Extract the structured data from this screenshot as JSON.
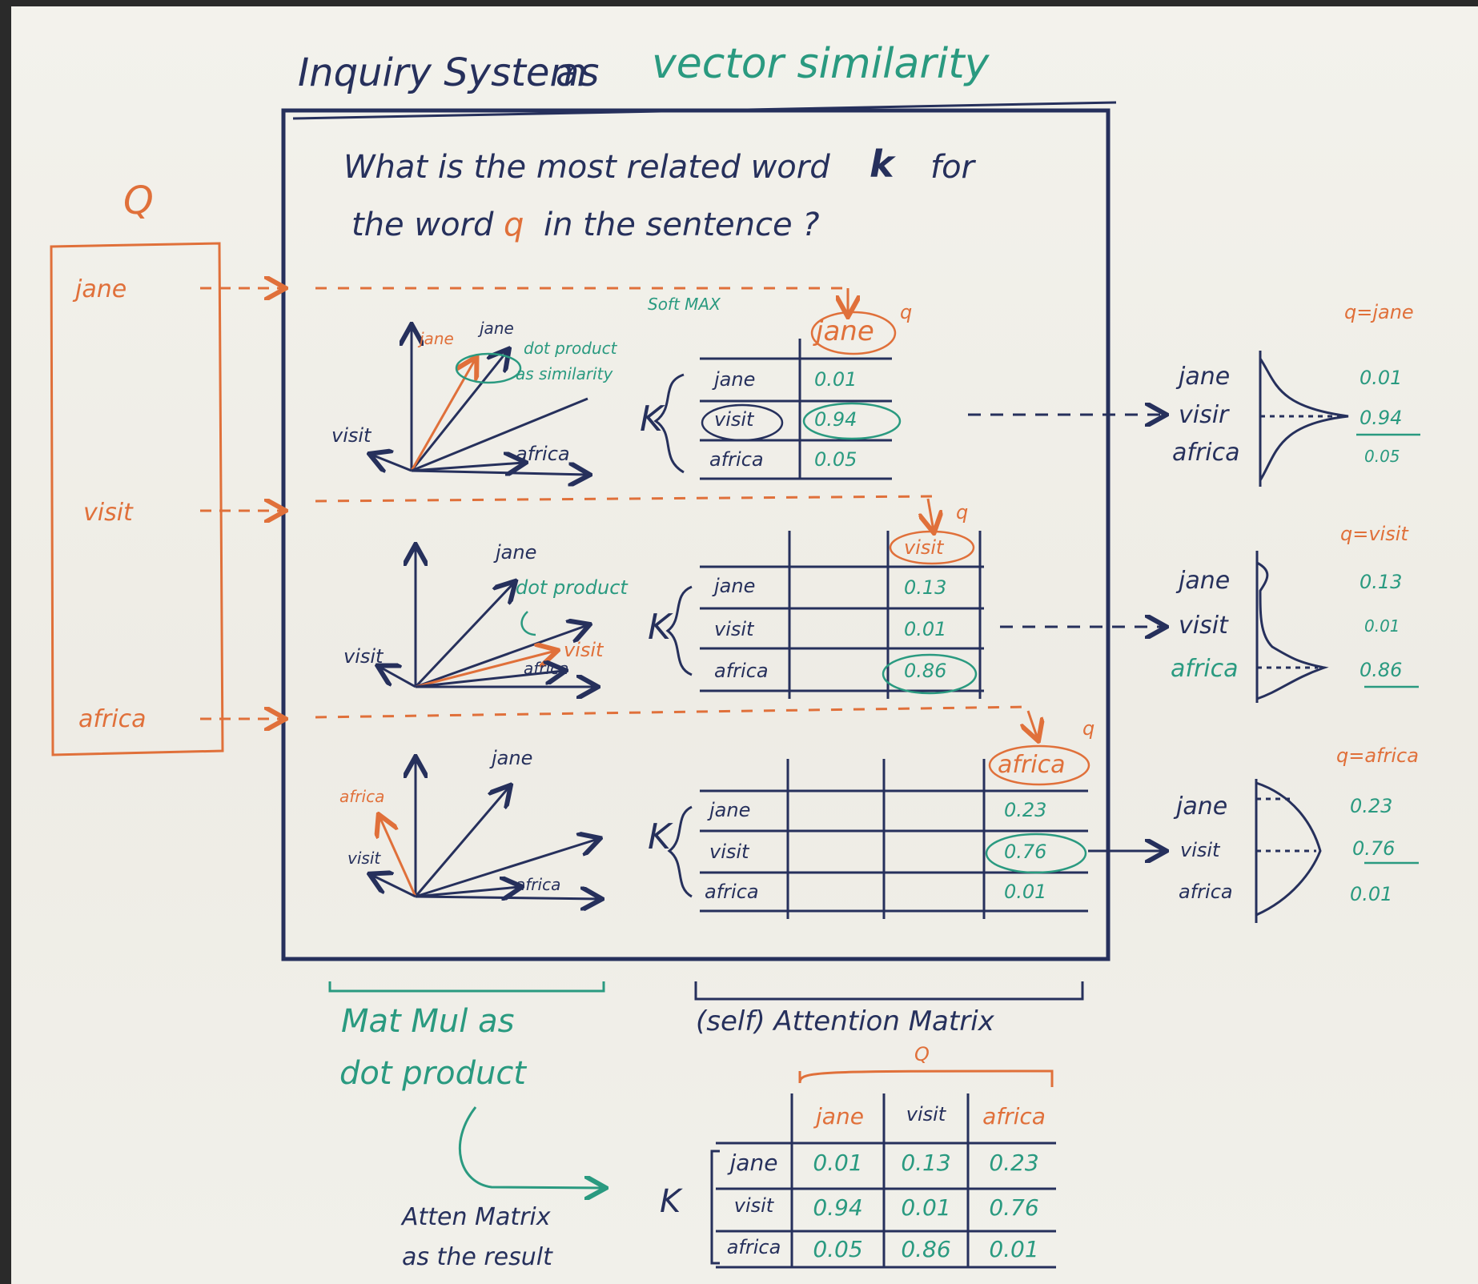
{
  "title": {
    "part1": "Inquiry System",
    "part2": "as",
    "part3": "vector similarity"
  },
  "question": {
    "line1_a": "What is the most related word",
    "line1_k": "k",
    "line1_b": "for",
    "line2_a": "the word",
    "line2_q": "q",
    "line2_b": "in the sentence ?"
  },
  "q_panel": {
    "label": "Q",
    "words": [
      "jane",
      "visit",
      "africa"
    ]
  },
  "softmax_label": "Soft MAX",
  "k_label": "K",
  "q_small": "q",
  "panels": [
    {
      "query": "jane",
      "vectors": {
        "v1": "jane",
        "v2": "jane",
        "v3": "visit",
        "v4": "africa"
      },
      "note": [
        "dot product",
        "as similarity"
      ],
      "rows": [
        "jane",
        "visit",
        "africa"
      ],
      "values": [
        "0.01",
        "0.94",
        "0.05"
      ]
    },
    {
      "query": "visit",
      "vectors": {
        "v1": "jane",
        "v2": "visit",
        "v3": "visit",
        "v4": "africa"
      },
      "note": [
        "dot product"
      ],
      "rows": [
        "jane",
        "visit",
        "africa"
      ],
      "values": [
        "0.13",
        "0.01",
        "0.86"
      ]
    },
    {
      "query": "africa",
      "vectors": {
        "v1": "jane",
        "v2": "africa",
        "v3": "visit",
        "v4": "africa"
      },
      "note": [],
      "rows": [
        "jane",
        "visit",
        "africa"
      ],
      "values": [
        "0.23",
        "0.76",
        "0.01"
      ]
    }
  ],
  "distributions": [
    {
      "header": "q=jane",
      "words": [
        "jane",
        "visir",
        "africa"
      ],
      "values": [
        "0.01",
        "0.94",
        "0.05"
      ]
    },
    {
      "header": "q=visit",
      "words": [
        "jane",
        "visit",
        "africa"
      ],
      "values": [
        "0.13",
        "0.01",
        "0.86"
      ]
    },
    {
      "header": "q=africa",
      "words": [
        "jane",
        "visit",
        "africa"
      ],
      "values": [
        "0.23",
        "0.76",
        "0.01"
      ]
    }
  ],
  "bottom": {
    "matmul": [
      "Mat Mul as",
      "dot product"
    ],
    "attention_caption": "(self) Attention Matrix",
    "result": [
      "Atten Matrix",
      "as the result"
    ]
  },
  "matrix": {
    "q_label": "Q",
    "k_label": "K",
    "columns": [
      "jane",
      "visit",
      "africa"
    ],
    "rows": [
      {
        "label": "jane",
        "values": [
          "0.01",
          "0.13",
          "0.23"
        ]
      },
      {
        "label": "visit",
        "values": [
          "0.94",
          "0.01",
          "0.76"
        ]
      },
      {
        "label": "africa",
        "values": [
          "0.05",
          "0.86",
          "0.01"
        ]
      }
    ]
  },
  "colors": {
    "navy": "#26305c",
    "orange": "#e0703a",
    "teal": "#2a9a80"
  }
}
